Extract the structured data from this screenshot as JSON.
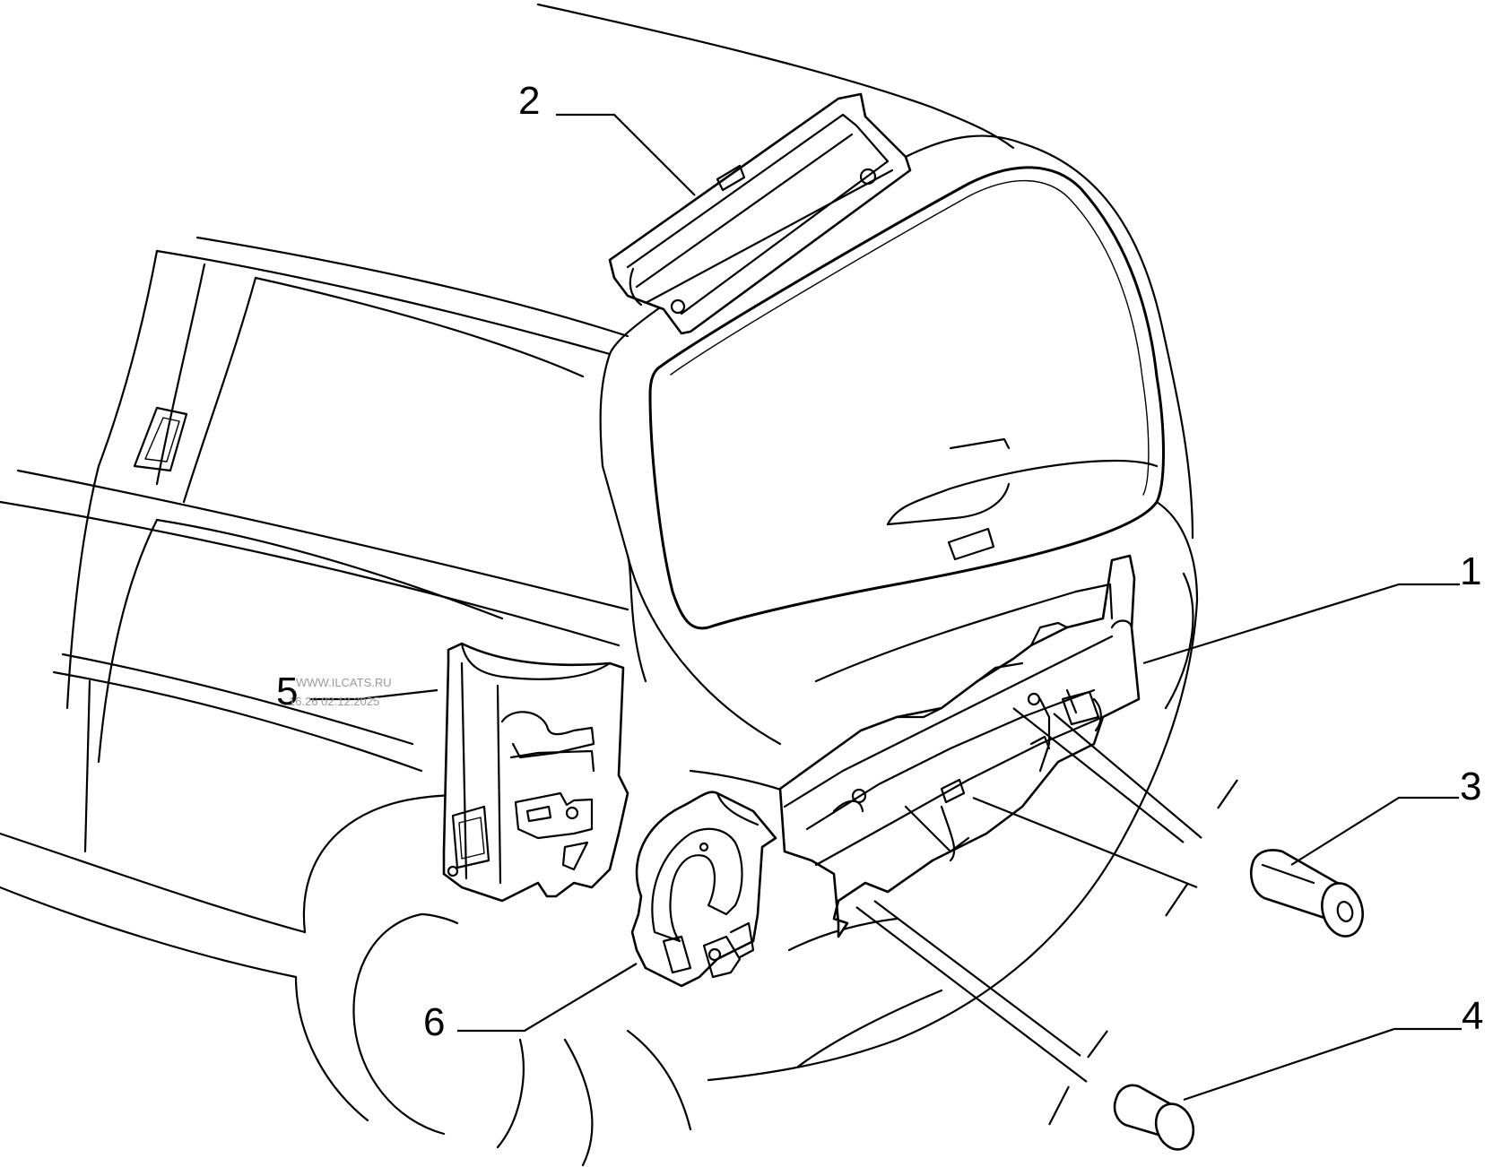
{
  "callouts": {
    "c1": "1",
    "c2": "2",
    "c3": "3",
    "c4": "4",
    "c5": "5",
    "c6": "6"
  },
  "watermark": {
    "line1": "WWW.ILCATS.RU",
    "line2": "16.26 02.12.2025"
  },
  "colors": {
    "line": "#000000",
    "background": "#ffffff",
    "watermark": "#9a9a9a"
  }
}
